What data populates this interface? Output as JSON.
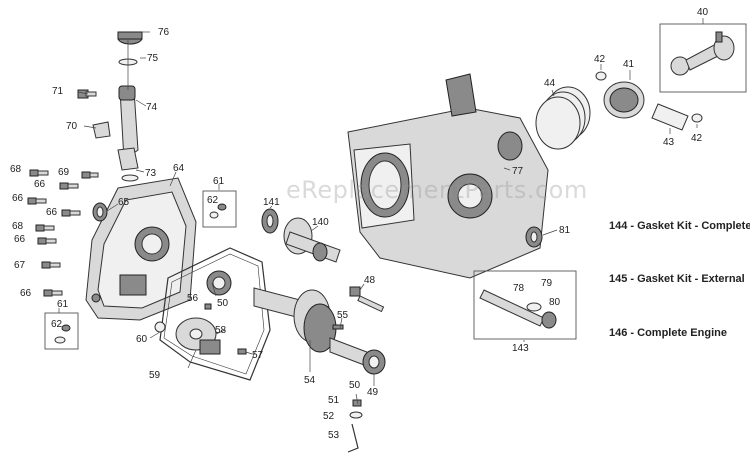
{
  "watermark": "eReplacementParts.com",
  "legend": [
    {
      "text": "144 - Gasket Kit - Complete"
    },
    {
      "text": "145 - Gasket Kit - External"
    },
    {
      "text": "146 - Complete Engine"
    }
  ],
  "callouts": {
    "c40": "40",
    "c41": "41",
    "c42a": "42",
    "c42b": "42",
    "c43": "43",
    "c44": "44",
    "c48": "48",
    "c49": "49",
    "c50a": "50",
    "c50b": "50",
    "c51": "51",
    "c52": "52",
    "c53": "53",
    "c54": "54",
    "c55": "55",
    "c56": "56",
    "c57": "57",
    "c58": "58",
    "c59": "59",
    "c60": "60",
    "c61a": "61",
    "c61b": "61",
    "c62a": "62",
    "c62b": "62",
    "c64": "64",
    "c65": "65",
    "c66a": "66",
    "c66b": "66",
    "c66c": "66",
    "c66d": "66",
    "c66e": "66",
    "c67": "67",
    "c68": "68",
    "c69": "69",
    "c70": "70",
    "c71": "71",
    "c73": "73",
    "c74": "74",
    "c75": "75",
    "c76": "76",
    "c77": "77",
    "c78": "78",
    "c79": "79",
    "c80": "80",
    "c81": "81",
    "c140": "140",
    "c141": "141",
    "c143": "143"
  }
}
